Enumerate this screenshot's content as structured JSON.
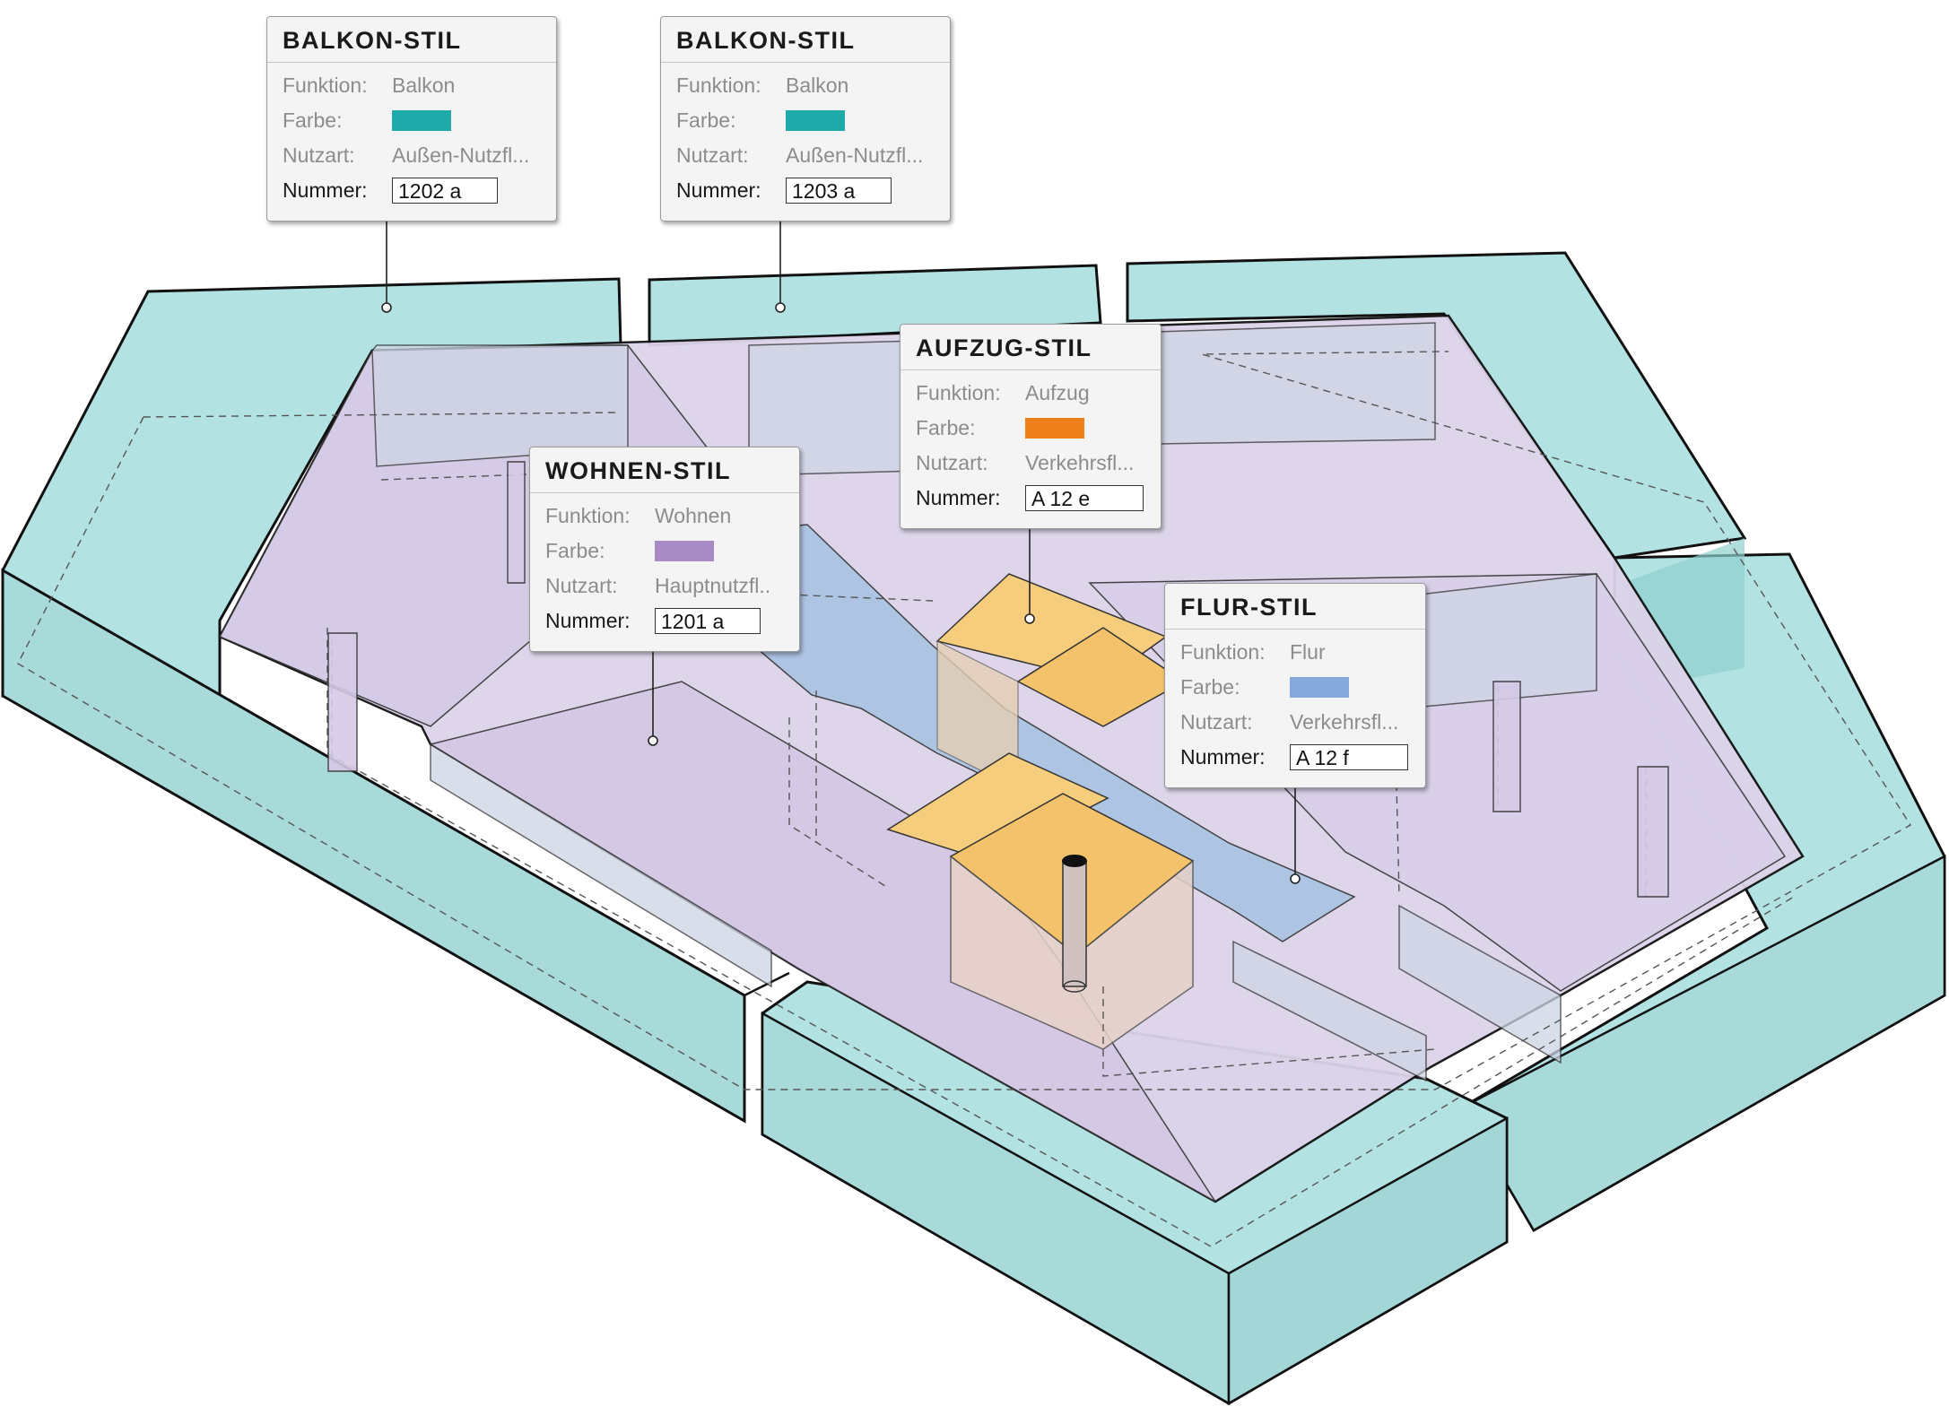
{
  "labels": {
    "funktion": "Funktion:",
    "farbe": "Farbe:",
    "nutzart": "Nutzart:",
    "nummer": "Nummer:"
  },
  "cards": {
    "balkon1": {
      "title": "BALKON-STIL",
      "funktion": "Balkon",
      "farbe": "#1fa9a8",
      "nutzart": "Außen-Nutzfl...",
      "nummer": "1202 a"
    },
    "balkon2": {
      "title": "BALKON-STIL",
      "funktion": "Balkon",
      "farbe": "#1fa9a8",
      "nutzart": "Außen-Nutzfl...",
      "nummer": "1203 a"
    },
    "aufzug": {
      "title": "AUFZUG-STIL",
      "funktion": "Aufzug",
      "farbe": "#ee7f1a",
      "nutzart": "Verkehrsfl...",
      "nummer": "A 12 e"
    },
    "wohnen": {
      "title": "WOHNEN-STIL",
      "funktion": "Wohnen",
      "farbe": "#a88bc4",
      "nutzart": "Hauptnutzfl..",
      "nummer": "1201 a"
    },
    "flur": {
      "title": "FLUR-STIL",
      "funktion": "Flur",
      "farbe": "#86a9dc",
      "nutzart": "Verkehrsfl...",
      "nummer": "A 12 f"
    }
  },
  "colors": {
    "balkon_fill": "#b3e2e2",
    "wohnen_fill": "#ddd3ea",
    "flur_fill": "#a9c3e3",
    "aufzug_fill": "#f6cd7c",
    "outline": "#111111"
  }
}
